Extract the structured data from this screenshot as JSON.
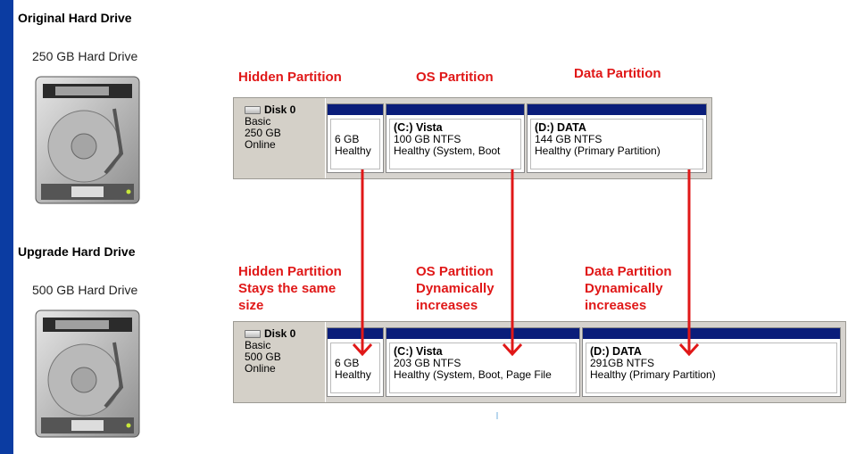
{
  "colors": {
    "frame": "#0b3ca2",
    "annotation": "#e01818",
    "partition_bar": "#0a1d7a"
  },
  "original": {
    "title": "Original Hard Drive",
    "drive_label": "250 GB Hard Drive",
    "annotations": {
      "hidden": "Hidden Partition",
      "os": "OS Partition",
      "data": "Data Partition"
    },
    "disk": {
      "name": "Disk 0",
      "type": "Basic",
      "size": "250 GB",
      "status": "Online",
      "partitions": [
        {
          "name": "",
          "size": "6 GB",
          "fs": "",
          "status": "Healthy"
        },
        {
          "name": "(C:) Vista",
          "size": "100 GB",
          "fs": "NTFS",
          "status": "Healthy (System, Boot"
        },
        {
          "name": "(D:) DATA",
          "size": "144 GB",
          "fs": "NTFS",
          "status": "Healthy (Primary Partition)"
        }
      ]
    }
  },
  "upgrade": {
    "title": "Upgrade Hard Drive",
    "drive_label": "500 GB Hard Drive",
    "annotations": {
      "hidden": [
        "Hidden Partition",
        "Stays the same",
        "size"
      ],
      "os": [
        "OS Partition",
        "Dynamically",
        "increases"
      ],
      "data": [
        "Data Partition",
        "Dynamically",
        "increases"
      ]
    },
    "disk": {
      "name": "Disk 0",
      "type": "Basic",
      "size": "500 GB",
      "status": "Online",
      "partitions": [
        {
          "name": "",
          "size": "6 GB",
          "fs": "",
          "status": "Healthy"
        },
        {
          "name": "(C:) Vista",
          "size": "203 GB",
          "fs": "NTFS",
          "status": "Healthy (System, Boot, Page File"
        },
        {
          "name": "(D:) DATA",
          "size": "291GB",
          "fs": "NTFS",
          "status": "Healthy (Primary Partition)"
        }
      ]
    }
  }
}
